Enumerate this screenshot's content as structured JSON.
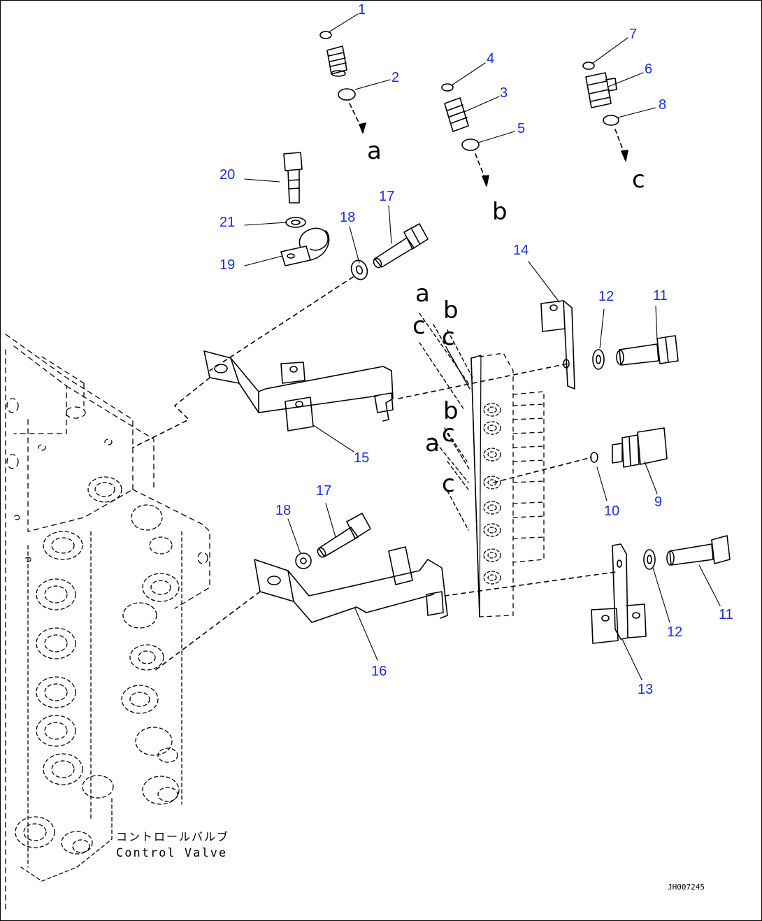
{
  "callouts": [
    "1",
    "2",
    "3",
    "4",
    "5",
    "6",
    "7",
    "8",
    "9",
    "10",
    "11",
    "11",
    "12",
    "12",
    "13",
    "14",
    "15",
    "16",
    "17",
    "17",
    "18",
    "18",
    "19",
    "20",
    "21"
  ],
  "letters": [
    "a",
    "b",
    "c",
    "a",
    "c",
    "b",
    "c",
    "b",
    "a",
    "c",
    "c"
  ],
  "labels": {
    "japanese": "コントロールバルブ",
    "english": "Control Valve",
    "drawing_code": "JH007245"
  },
  "colors": {
    "callout": "#1a2fd6",
    "line": "#000000"
  }
}
